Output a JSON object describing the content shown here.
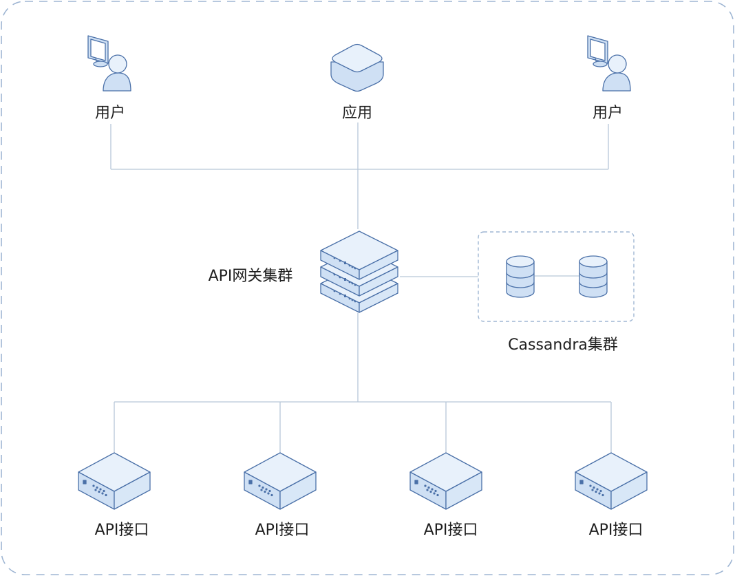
{
  "colors": {
    "frame": "#9fb6d3",
    "line": "#b7c6d8",
    "icon_fill": "#cfe0f4",
    "icon_light": "#e8f1fb",
    "icon_stroke": "#4a70a8",
    "text": "#1f1f1f"
  },
  "nodes": {
    "user_left": {
      "label": "用户",
      "icon": "user-computer-icon"
    },
    "app": {
      "label": "应用",
      "icon": "app-box-icon"
    },
    "user_right": {
      "label": "用户",
      "icon": "user-computer-icon"
    },
    "gateway": {
      "label": "API网关集群",
      "icon": "server-stack-icon"
    },
    "cassandra": {
      "label": "Cassandra集群",
      "icon": "database-icon"
    },
    "apis": [
      {
        "label": "API接口",
        "icon": "server-icon"
      },
      {
        "label": "API接口",
        "icon": "server-icon"
      },
      {
        "label": "API接口",
        "icon": "server-icon"
      },
      {
        "label": "API接口",
        "icon": "server-icon"
      }
    ]
  }
}
